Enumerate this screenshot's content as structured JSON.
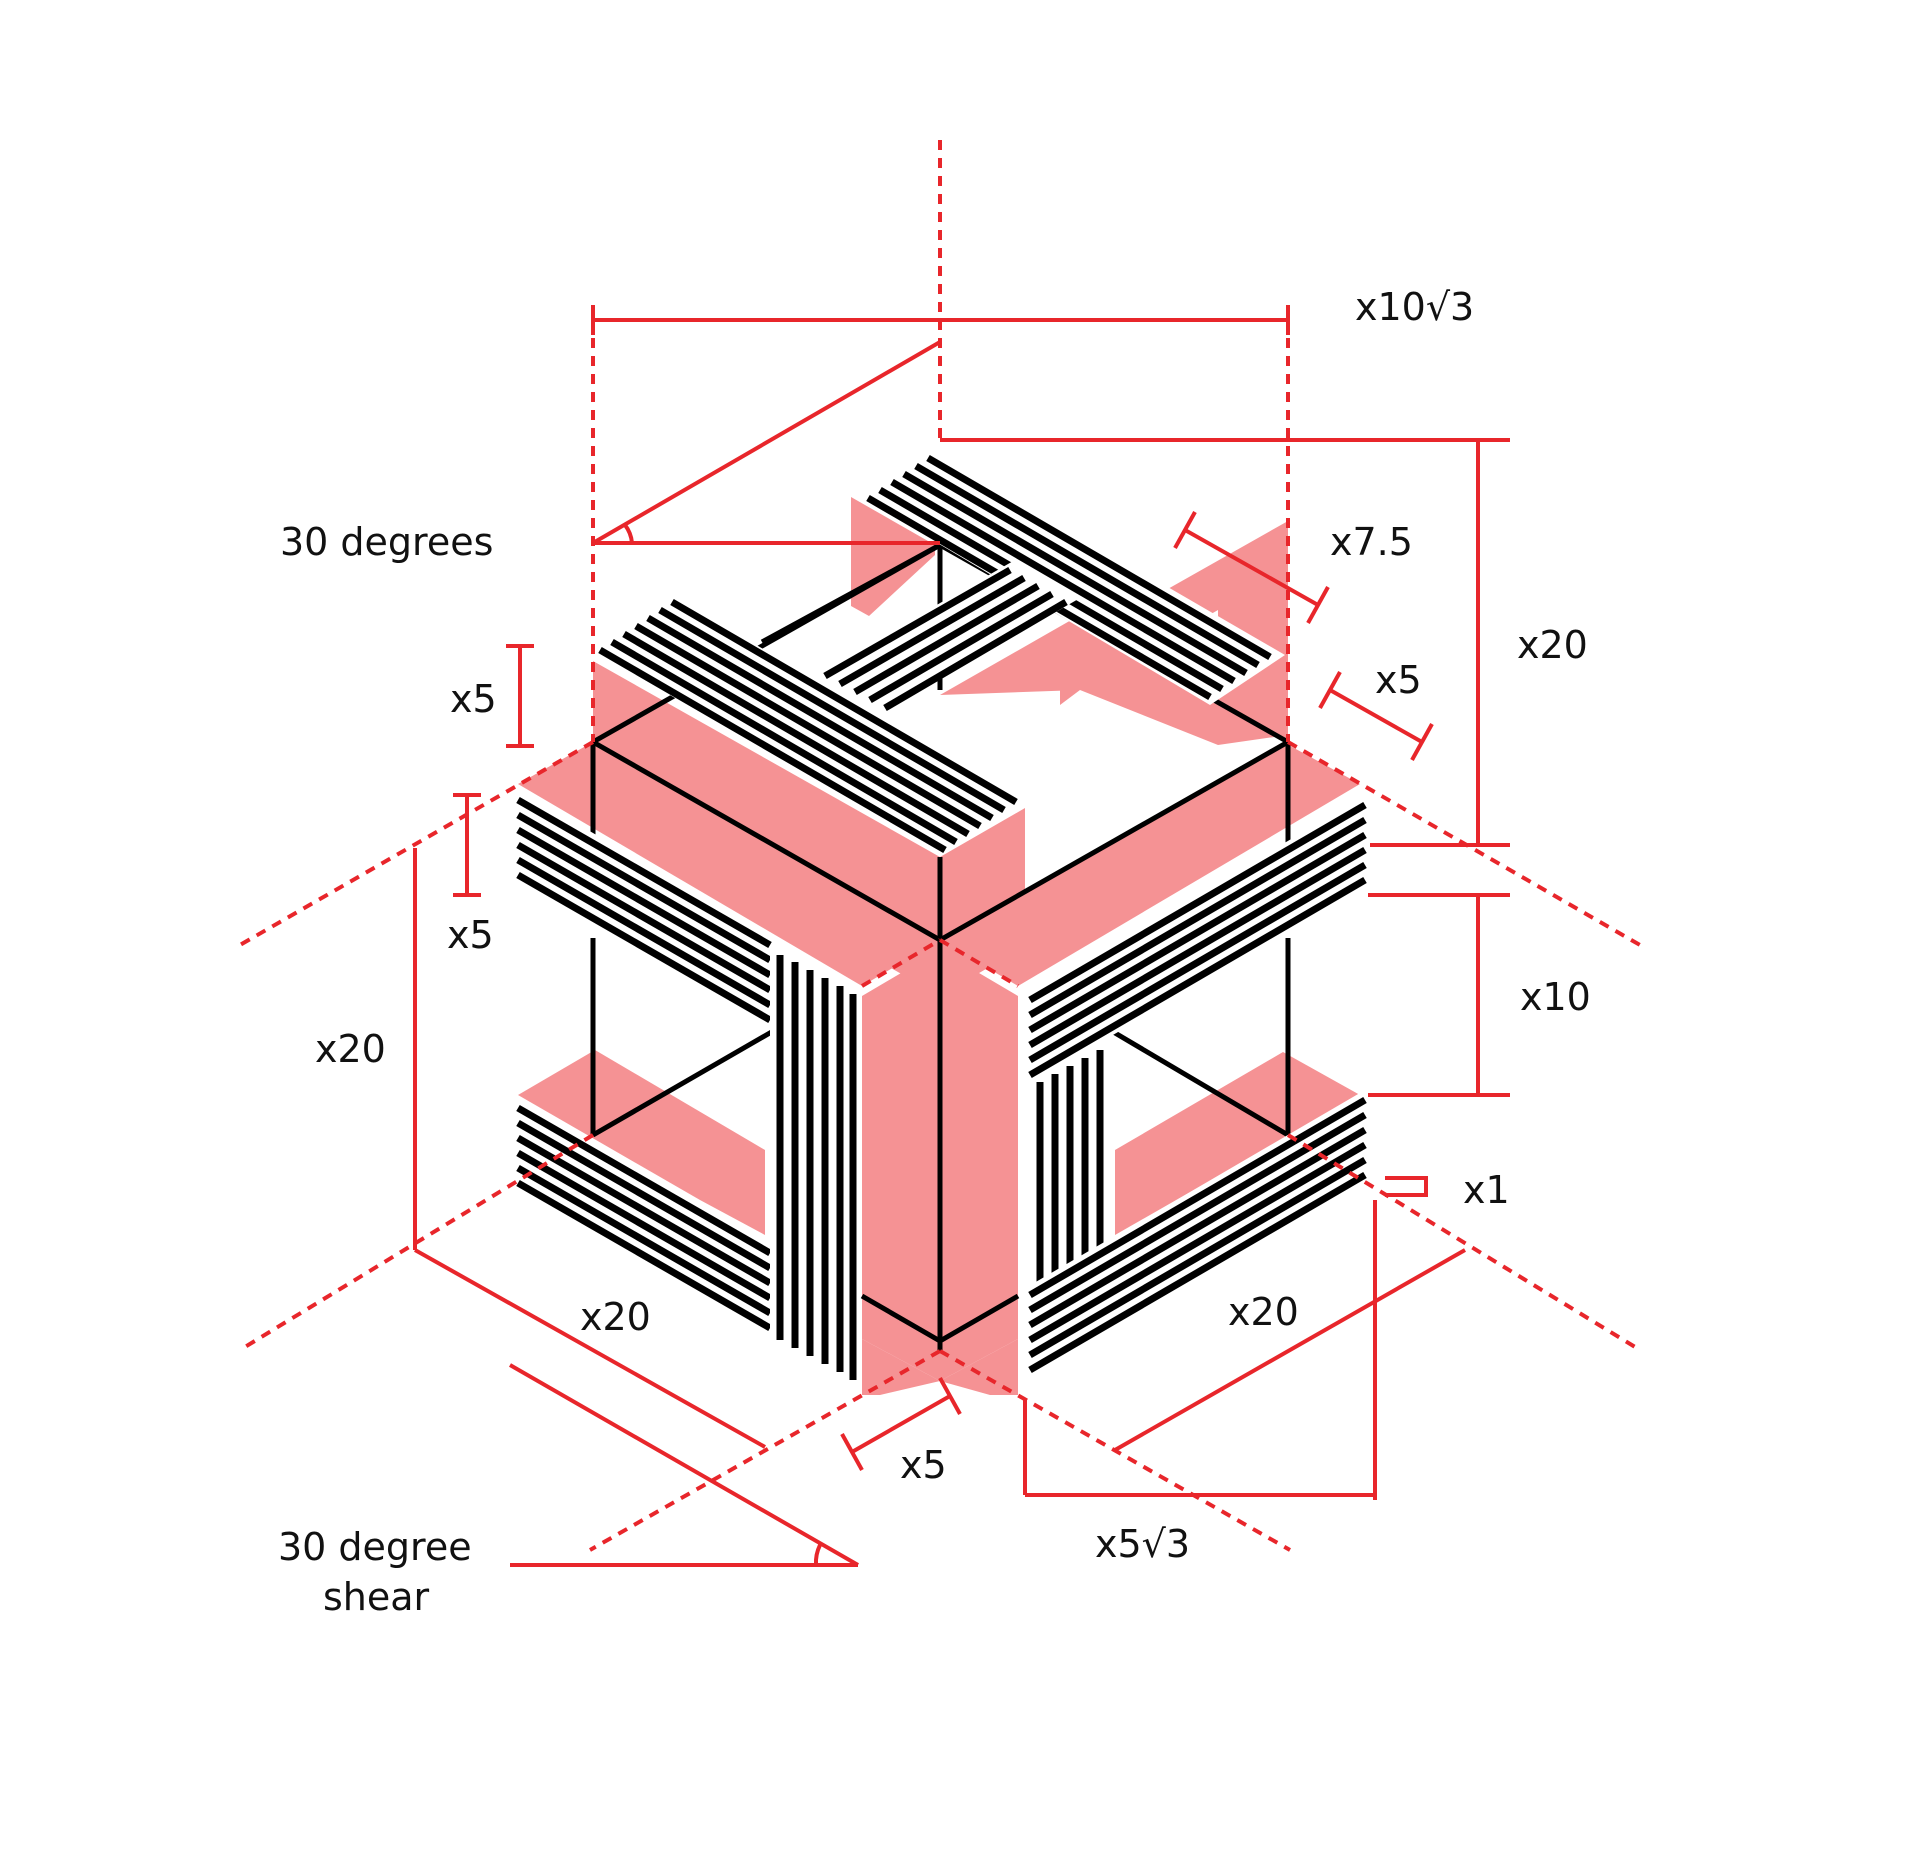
{
  "colors": {
    "guide": "#e8262b",
    "fill": "#f59294",
    "ink": "#000000",
    "background": "#ffffff"
  },
  "labels": {
    "top_width": "x10√3",
    "angle_top": "30 degrees",
    "bar_width_top": "x7.5",
    "total_height_right": "x20",
    "bar_depth_right": "x5",
    "bar_height_left": "x5",
    "bar_height_left_lower": "x5",
    "total_height_left": "x20",
    "gap_height_right": "x10",
    "stripe_unit": "x1",
    "left_length": "x20",
    "right_length": "x20",
    "bottom_bar_width": "x5",
    "bottom_projection": "x5√3",
    "shear_line1": "30 degree",
    "shear_line2": "shear"
  }
}
